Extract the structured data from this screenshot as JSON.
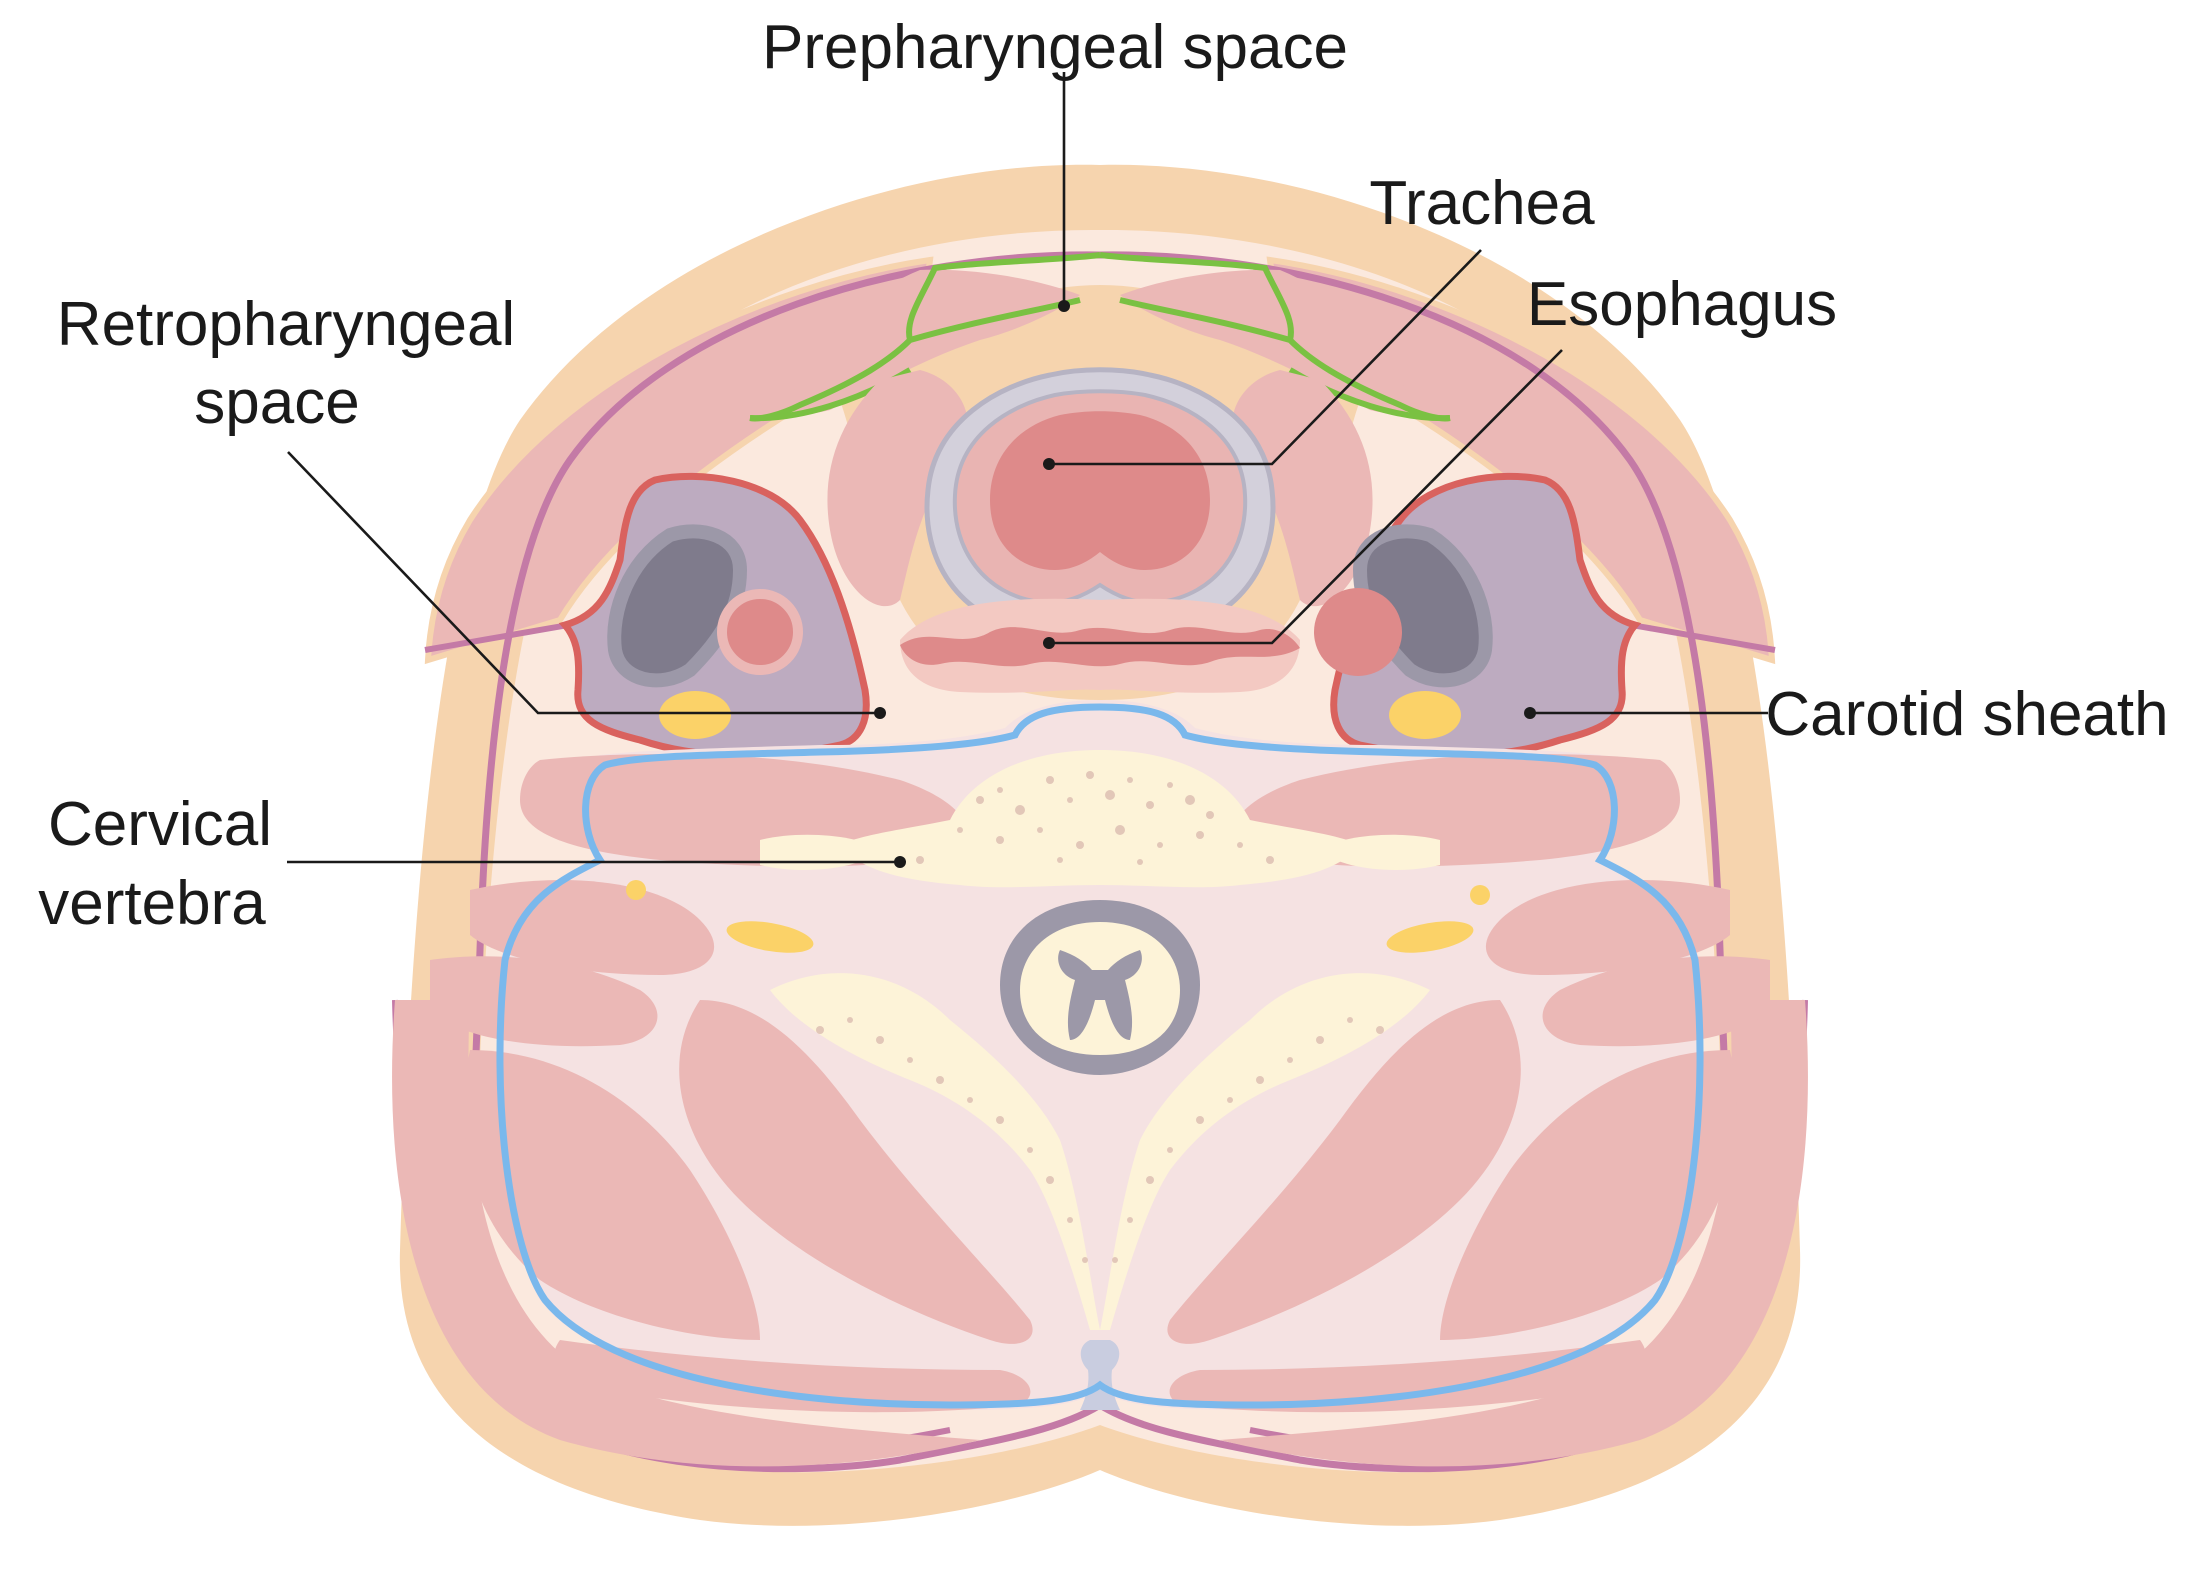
{
  "labels": {
    "prepharyngeal": "Prepharyngeal space",
    "trachea": "Trachea",
    "esophagus": "Esophagus",
    "retropharyngeal_1": "Retropharyngeal",
    "retropharyngeal_2": "space",
    "carotid": "Carotid sheath",
    "cervical_1": "Cervical",
    "cervical_2": "vertebra"
  },
  "colors": {
    "skin": "#f6d4ae",
    "muscle": "#ebb8b6",
    "fascia_purple": "#c47aa6",
    "prevertebral_blue": "#7ab8ec",
    "pretracheal_green": "#7ac142",
    "carotid_red": "#d9625e",
    "vein": "#7f7b8c",
    "nerve_yellow": "#fbd268",
    "bone": "#fdf3d8"
  }
}
